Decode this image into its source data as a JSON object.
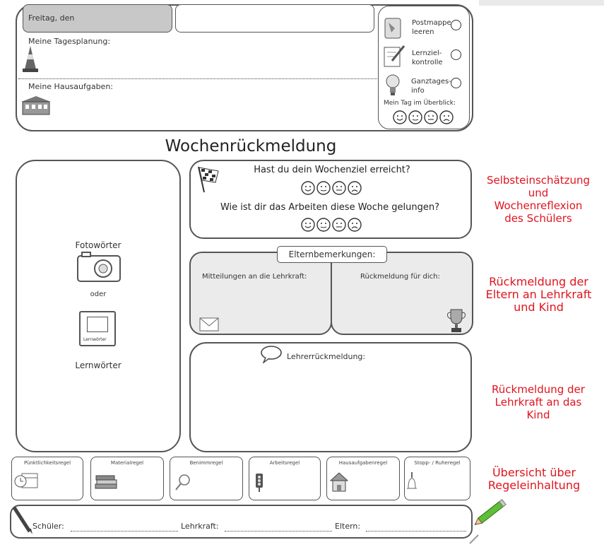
{
  "header": {
    "date_label": "Freitag, den",
    "planning_label": "Meine Tagesplanung:",
    "homework_label": "Meine Hausaufgaben:"
  },
  "checklist": {
    "items": [
      {
        "label_line1": "Postmappe",
        "label_line2": "leeren",
        "icon": "backpack-icon"
      },
      {
        "label_line1": "Lernziel-",
        "label_line2": "kontrolle",
        "icon": "pencil-paper-icon"
      },
      {
        "label_line1": "Ganztages-",
        "label_line2": "info",
        "icon": "lightbulb-icon"
      }
    ],
    "overview_label": "Mein Tag im Überblick:"
  },
  "title": "Wochenrückmeldung",
  "reflection": {
    "question1": "Hast du dein Wochenziel erreicht?",
    "question2": "Wie ist dir das Arbeiten diese Woche gelungen?"
  },
  "left_panel": {
    "photo_words": "Fotowörter",
    "or": "oder",
    "card_text": "Lernwörter",
    "learn_words": "Lernwörter"
  },
  "parents": {
    "title": "Elternbemerkungen:",
    "to_teacher": "Mitteilungen an die Lehrkraft:",
    "to_child": "Rückmeldung für dich:"
  },
  "teacher": {
    "title": "Lehrerrückmeldung:"
  },
  "rules": [
    {
      "label": "Pünktlichkeitsregel",
      "icon": "clock-calendar-icon"
    },
    {
      "label": "Materialregel",
      "icon": "books-icon"
    },
    {
      "label": "Benimmregel",
      "icon": "magnifier-icon"
    },
    {
      "label": "Arbeitsregel",
      "icon": "traffic-light-icon"
    },
    {
      "label": "Hausaufgabenregel",
      "icon": "house-icon"
    },
    {
      "label": "Stopp- / Ruheregel",
      "icon": "bell-icon"
    }
  ],
  "signatures": {
    "student": "Schüler:",
    "teacher": "Lehrkraft:",
    "parents": "Eltern:"
  },
  "annotations": {
    "a1": [
      "Selbsteinschätzung",
      "und",
      "Wochenreflexion",
      "des Schülers"
    ],
    "a2": [
      "Rückmeldung der",
      "Eltern an Lehrkraft",
      "und Kind"
    ],
    "a3": [
      "Rückmeldung der",
      "Lehrkraft an das",
      "Kind"
    ],
    "a4": [
      "Übersicht über",
      "Regeleinhaltung"
    ]
  },
  "colors": {
    "annotation": "#e0141e",
    "border": "#555555",
    "date_fill": "#c8c8c8",
    "parents_fill": "#ebebeb"
  }
}
